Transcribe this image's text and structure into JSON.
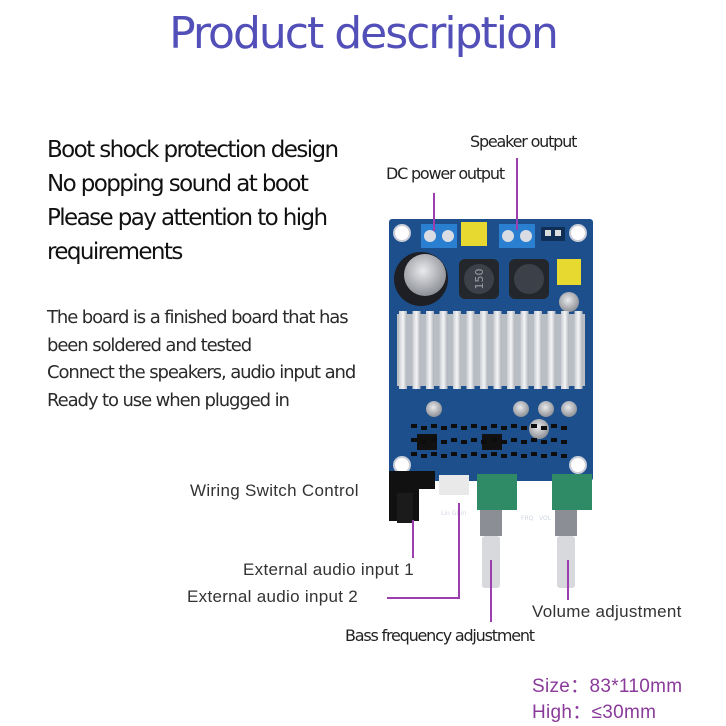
{
  "title": "Product description",
  "headline_lines": [
    "Boot shock protection design",
    "No popping sound at boot",
    "Please pay attention to high",
    "requirements"
  ],
  "body_lines": [
    "The board is a finished board that has",
    "been soldered and tested",
    "Connect the speakers, audio input and",
    "Ready to use when plugged in"
  ],
  "callouts": {
    "speaker_output": "Speaker output",
    "dc_power_output": "DC power output",
    "wiring_switch_control": "Wiring Switch Control",
    "external_audio_input_1": "External audio input 1",
    "external_audio_input_2": "External audio input 2",
    "bass_frequency_adjustment": "Bass frequency adjustment",
    "volume_adjustment": "Volume adjustment"
  },
  "board_markings": {
    "inductor_label": "150",
    "pot_labels": [
      "FRQ",
      "VOL"
    ],
    "connector_label": "Lin GRin"
  },
  "specs": {
    "size": "Size：83*110mm",
    "height": "High：≤30mm"
  },
  "colors": {
    "title": "#5250b8",
    "callout_line": "#9b3fb0",
    "spec_text": "#8a3a9a",
    "pcb": "#1c4f8c"
  }
}
